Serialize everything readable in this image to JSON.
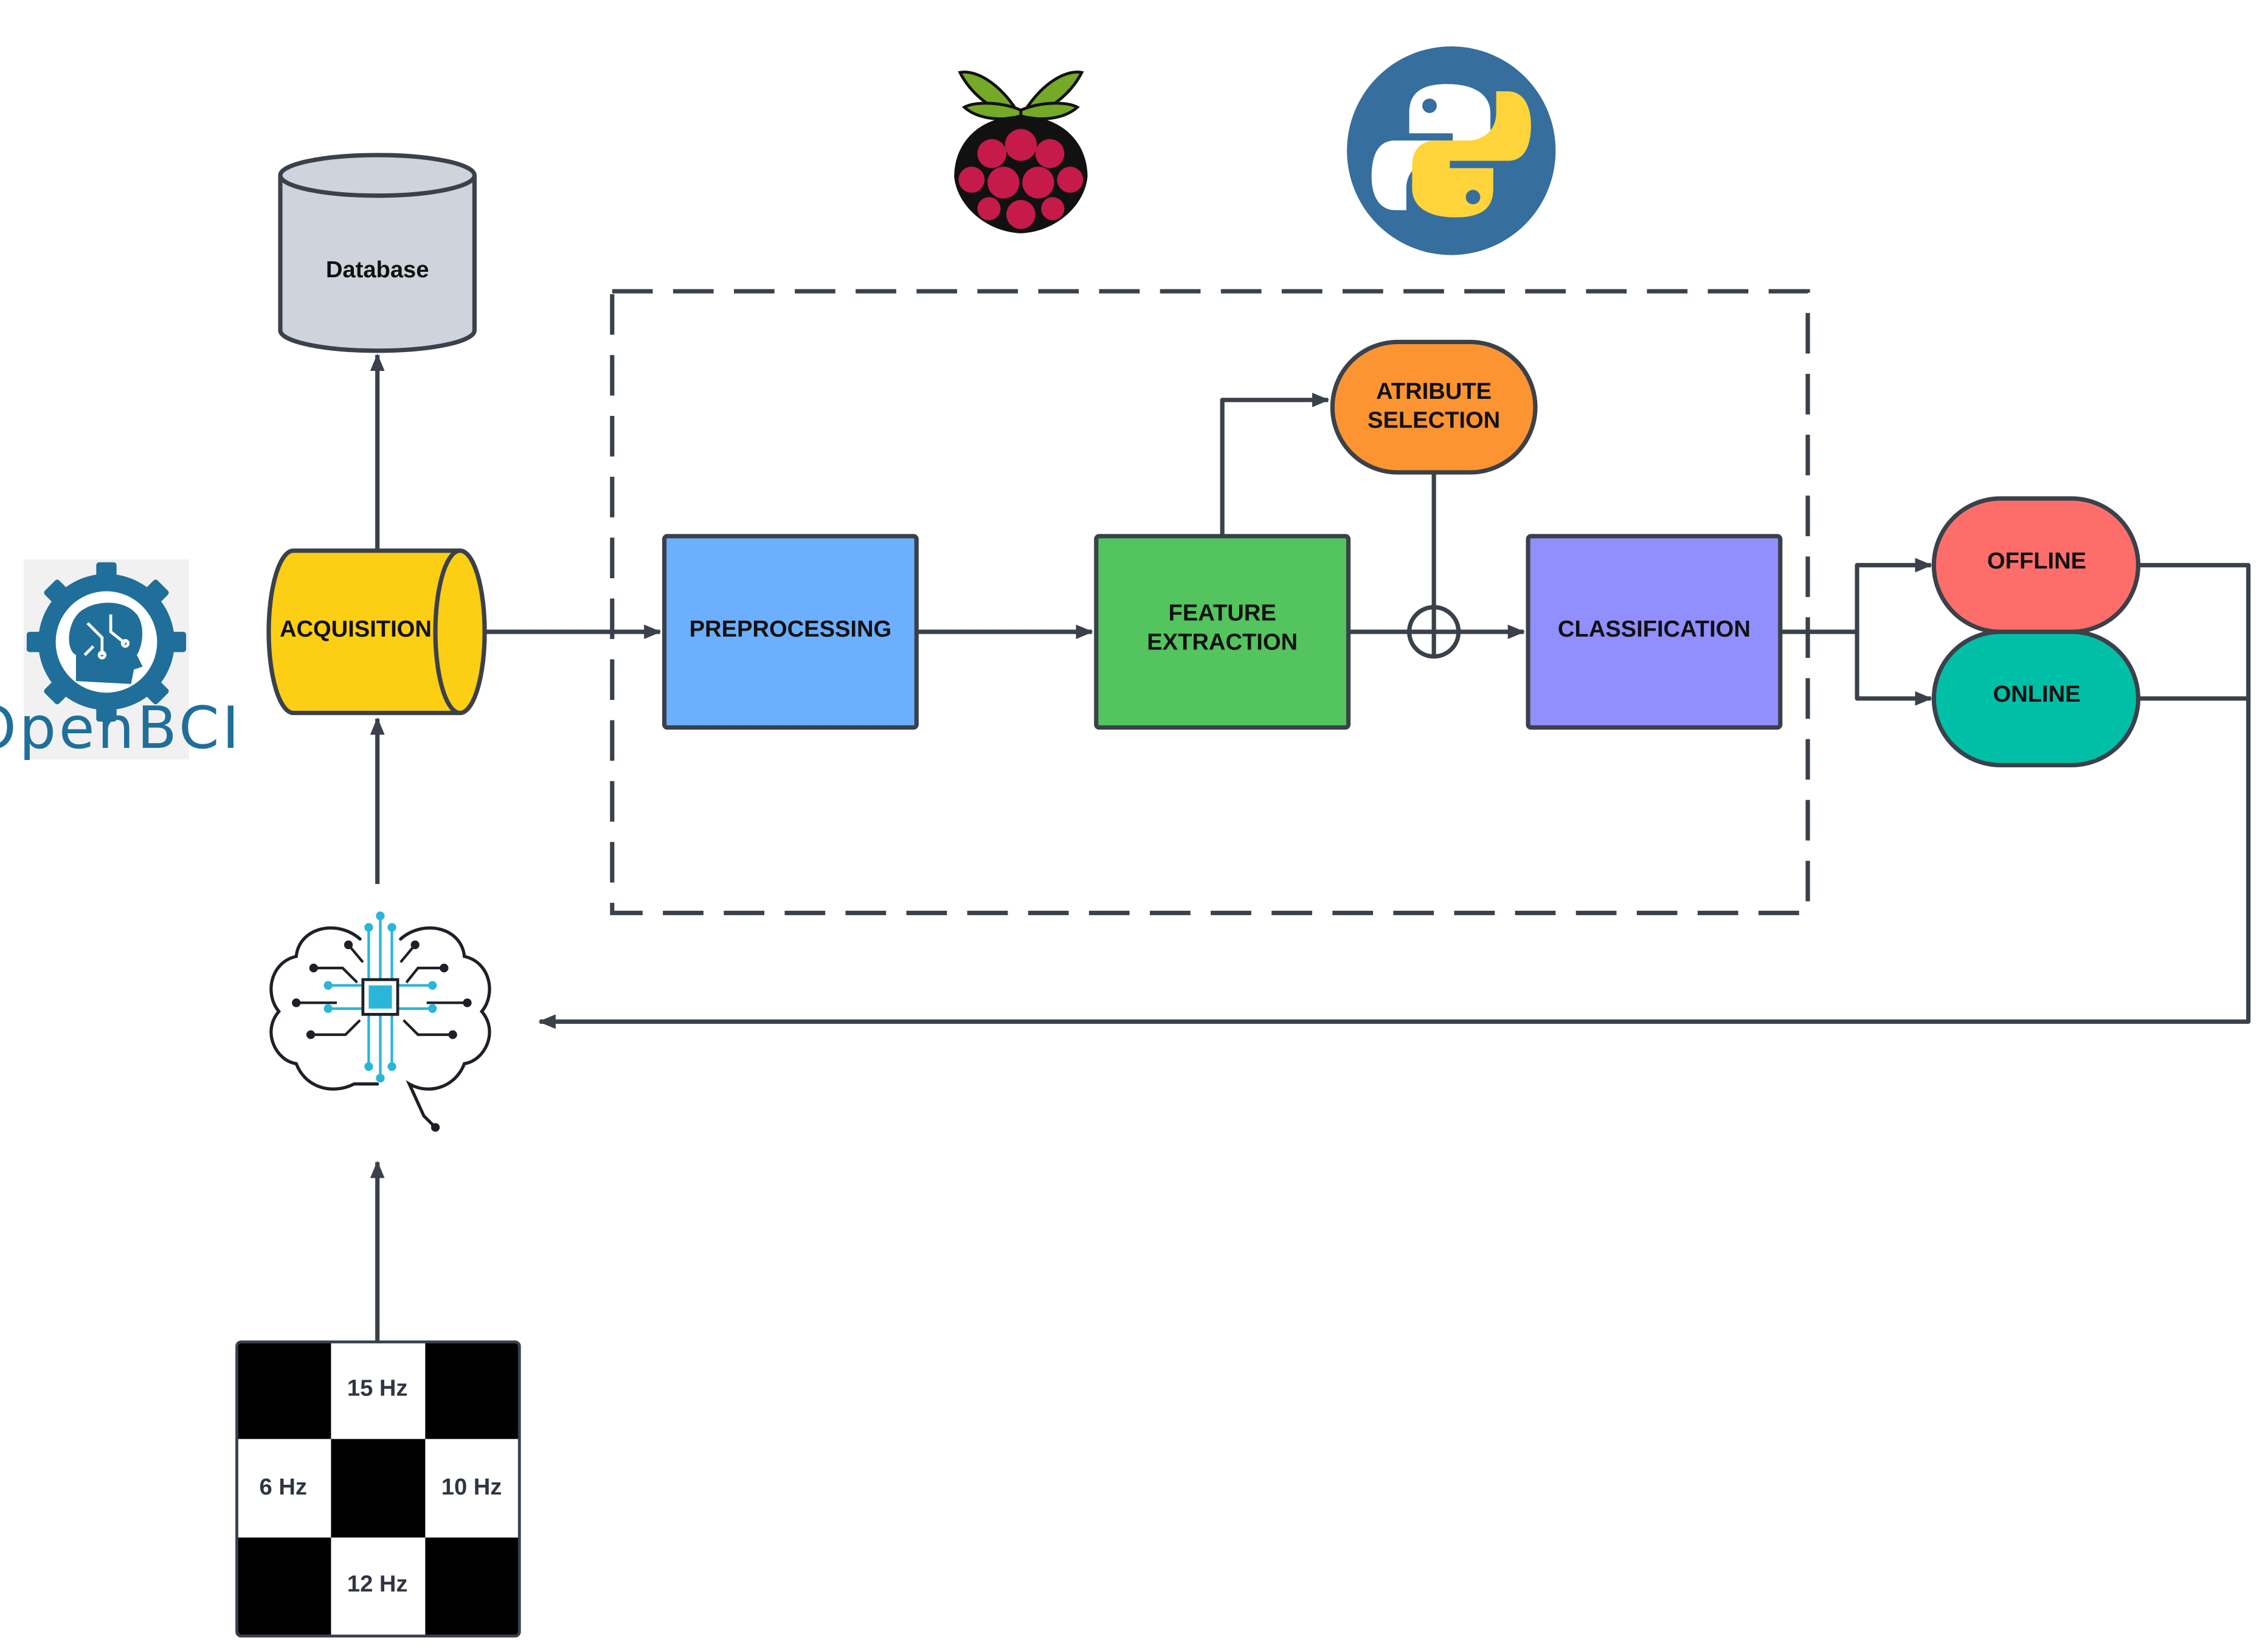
{
  "nodes": {
    "database": "Database",
    "acquisition": "ACQUISITION",
    "preprocessing": "PREPROCESSING",
    "feature_line1": "FEATURE",
    "feature_line2": "EXTRACTION",
    "attribute_line1": "ATRIBUTE",
    "attribute_line2": "SELECTION",
    "classification": "CLASSIFICATION",
    "offline": "OFFLINE",
    "online": "ONLINE"
  },
  "stimulus_grid": {
    "top": "15 Hz",
    "left": "6 Hz",
    "right": "10 Hz",
    "bottom": "12 Hz"
  },
  "logos": {
    "openbci": "OpenBCI",
    "raspberry_pi": "raspberry-pi-logo",
    "python": "python-logo",
    "brain_chip": "brain-circuit-icon"
  },
  "colors": {
    "acquisition": "#fcce14",
    "database": "#ced3dc",
    "preprocessing": "#6cafff",
    "feature_extraction": "#54c45e",
    "attribute_selection": "#fc9432",
    "classification": "#918efd",
    "offline": "#fd6e6b",
    "online": "#00bfa7",
    "lines": "#3a414a",
    "python_circle": "#366e9e",
    "openbci_blue": "#1f6f9a"
  }
}
